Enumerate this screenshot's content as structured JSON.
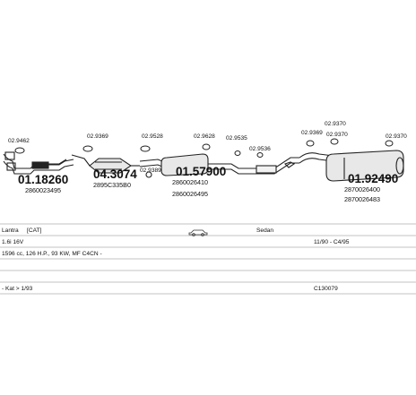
{
  "parts": [
    {
      "id": "01.18260",
      "code": "2860023495"
    },
    {
      "id": "04.3074",
      "code": "2895C335B0"
    },
    {
      "id": "01.57900",
      "code": "2860026410",
      "code2": "2860026495"
    },
    {
      "id": "01.92490",
      "code": "2870026400",
      "code2": "2870026483"
    }
  ],
  "fittings": [
    "02.9462",
    "02.9369",
    "02.9528",
    "02.9628",
    "02.9389",
    "02.9535",
    "02.9536",
    "02.9369",
    "02.9370",
    "02.9370",
    "02.9370"
  ],
  "vehicle": {
    "model": "Lantra",
    "transmission": "[CAT]",
    "body": "Sedan",
    "engine": "1.6i 16V",
    "dates": "11/90 - C4/95",
    "specs": "1596 cc, 126 H.P., 93 KW, MF C4CN -",
    "kat": "- Kat > 1/93",
    "ref": "C130079"
  }
}
